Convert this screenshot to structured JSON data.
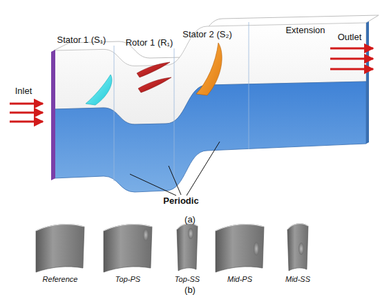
{
  "diagram": {
    "labels": [
      "Inlet",
      "Stator 1 (S₁)",
      "Rotor 1 (R₁)",
      "Stator 2 (S₂)",
      "Extension",
      "Outlet",
      "Periodic",
      "(a)",
      "Reference",
      "Top-PS",
      "Top-SS",
      "Mid-PS",
      "Mid-SS",
      "(b)"
    ]
  }
}
